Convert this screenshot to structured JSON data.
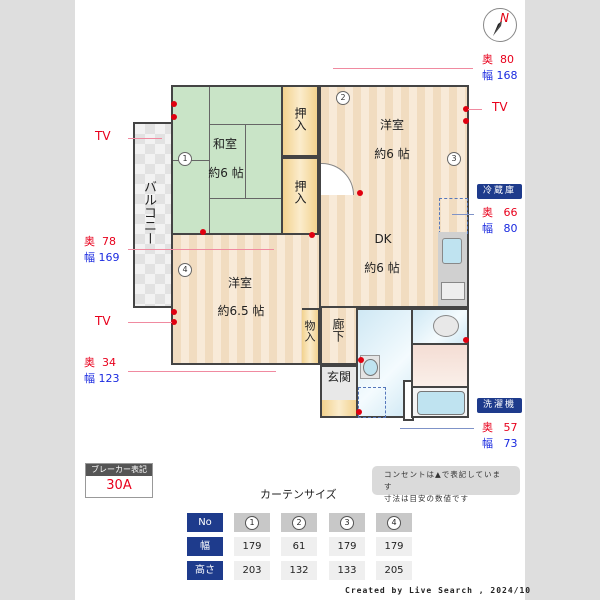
{
  "compass": {
    "label": "N"
  },
  "rooms": {
    "washitsu": {
      "name": "和室",
      "size": "約6 帖"
    },
    "yoshitsu_ne": {
      "name": "洋室",
      "size": "約6 帖"
    },
    "yoshitsu_sw": {
      "name": "洋室",
      "size": "約6.5 帖"
    },
    "dk": {
      "name": "DK",
      "size": "約6 帖"
    },
    "closet1": "押入",
    "closet2": "押入",
    "storage": "物入",
    "hallway": "廊下",
    "entrance": "玄関",
    "balcony": "バルコニー"
  },
  "windows": [
    "1",
    "2",
    "3",
    "4"
  ],
  "annotations": {
    "tv_labels": [
      "TV",
      "TV",
      "TV"
    ],
    "closet_top": {
      "depth_label": "奥",
      "depth": "80",
      "width_label": "幅",
      "width": "168"
    },
    "closet_mid": {
      "depth_label": "奥",
      "depth": "78",
      "width_label": "幅",
      "width": "169"
    },
    "storage": {
      "depth_label": "奥",
      "depth": "34",
      "width_label": "幅",
      "width": "123"
    },
    "fridge": {
      "tag": "冷蔵庫",
      "depth_label": "奥",
      "depth": "66",
      "width_label": "幅",
      "width": "80"
    },
    "washer": {
      "tag": "洗濯機",
      "depth_label": "奥",
      "depth": "57",
      "width_label": "幅",
      "width": "73"
    }
  },
  "breaker": {
    "label": "ブレーカー表記",
    "value": "30A"
  },
  "notes": {
    "line1": "コンセントは▲で表記しています",
    "line2": "寸法は目安の数値です"
  },
  "curtain": {
    "title": "カーテンサイズ",
    "row_headers": [
      "No",
      "幅",
      "高さ"
    ],
    "numbers": [
      "1",
      "2",
      "3",
      "4"
    ],
    "widths": [
      "179",
      "61",
      "179",
      "179"
    ],
    "heights": [
      "203",
      "132",
      "133",
      "205"
    ]
  },
  "footer": {
    "credit": "Created by Live Search , 2024/10"
  },
  "colors": {
    "accent_navy": "#1e3b8c",
    "outlet_red": "#e00010",
    "depth_red": "#e8001c",
    "width_blue": "#1a2ae0"
  }
}
